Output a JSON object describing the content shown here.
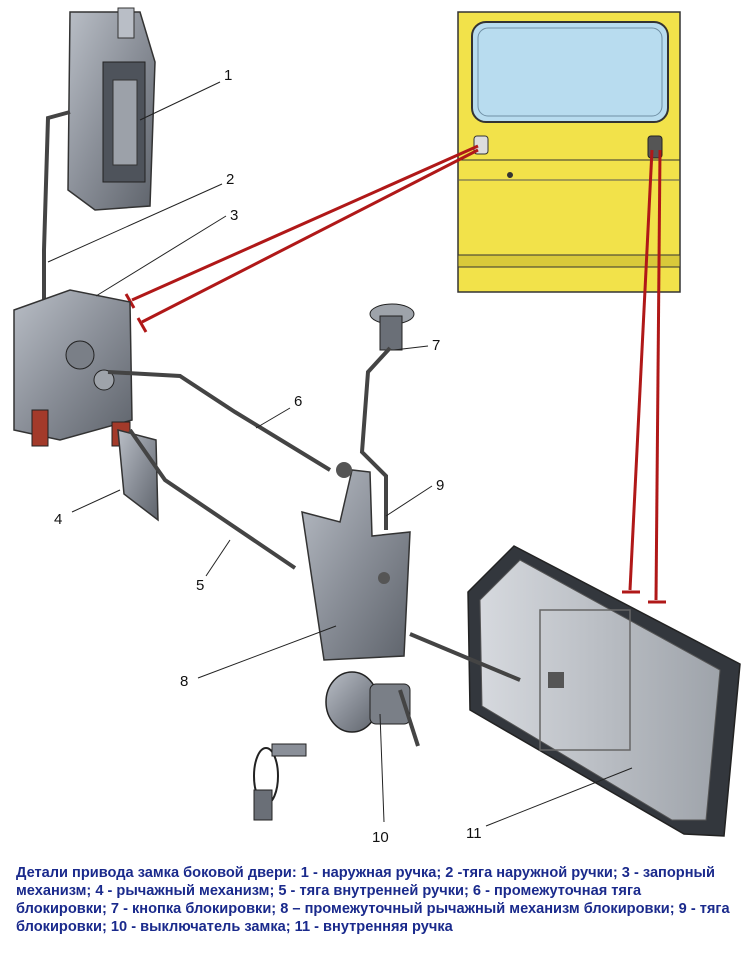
{
  "callouts": {
    "c1": "1",
    "c2": "2",
    "c3": "3",
    "c4": "4",
    "c5": "5",
    "c6": "6",
    "c7": "7",
    "c8": "8",
    "c9": "9",
    "c10": "10",
    "c11": "11"
  },
  "caption": "Детали привода замка боковой двери: 1 - наружная ручка; 2 -тяга наружной ручки; 3 - запорный механизм; 4 - рычажный механизм; 5 - тяга внутренней ручки; 6 - промежуточная тяга блокировки; 7 - кнопка блокировки; 8 – промежуточный рычажный механизм блокировки; 9 - тяга блокировки; 10 - выключатель замка; 11 - внутренняя ручка",
  "colors": {
    "door_yellow": "#f2e24a",
    "glass": "#b8dcef",
    "metal": "#8a8f98",
    "leader_red": "#b01818",
    "caption_text": "#1a2a8c"
  }
}
